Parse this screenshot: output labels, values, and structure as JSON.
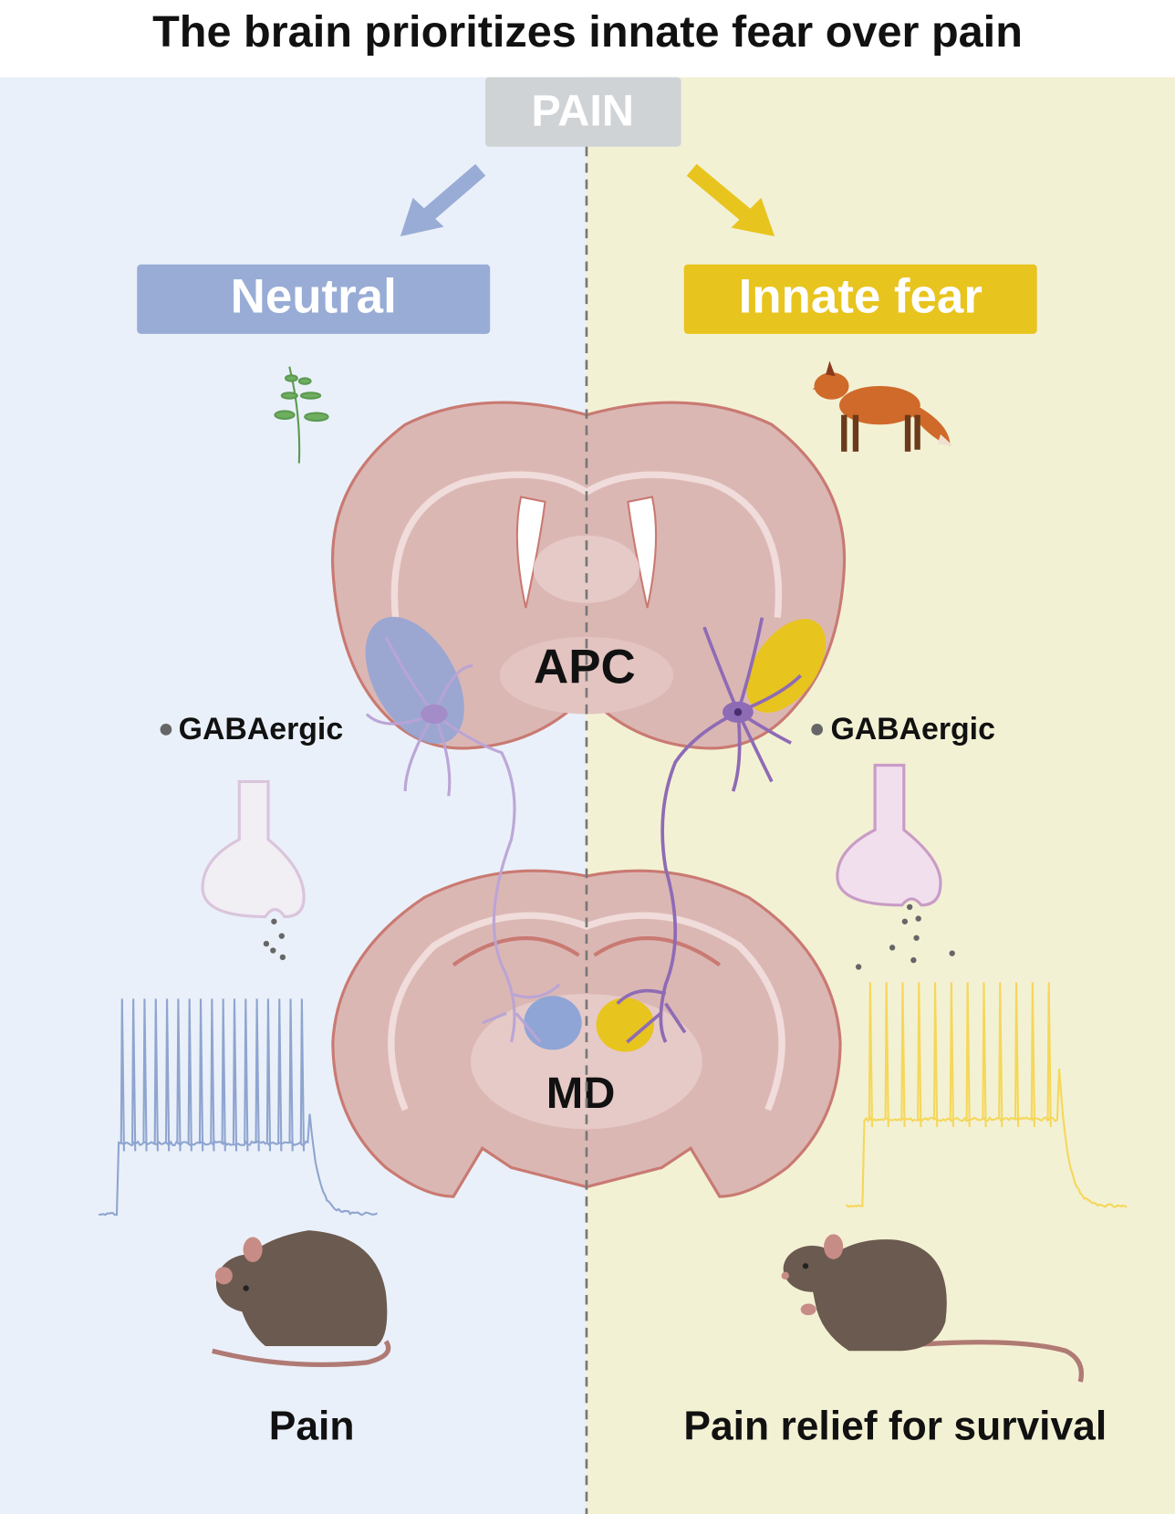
{
  "title": "The brain prioritizes innate fear over pain",
  "stimulus_label": "PAIN",
  "left": {
    "condition_label": "Neutral",
    "cell_type_label": "GABAergic",
    "outcome_label": "Pain",
    "stimulus_icon": "plant-icon"
  },
  "right": {
    "condition_label": "Innate fear",
    "cell_type_label": "GABAergic",
    "outcome_label": "Pain relief for survival",
    "stimulus_icon": "fox-icon"
  },
  "regions": {
    "upper": "APC",
    "lower": "MD"
  },
  "colors": {
    "left_bg": "#eaf0f9",
    "right_bg": "#f3f1d4",
    "neutral": "#98acd6",
    "fear": "#e8c41e",
    "pain_box": "#d0d3d6",
    "brain": "#dbb7b4",
    "brain_outline": "#c97a72",
    "neuron": "#8e6bb5"
  }
}
